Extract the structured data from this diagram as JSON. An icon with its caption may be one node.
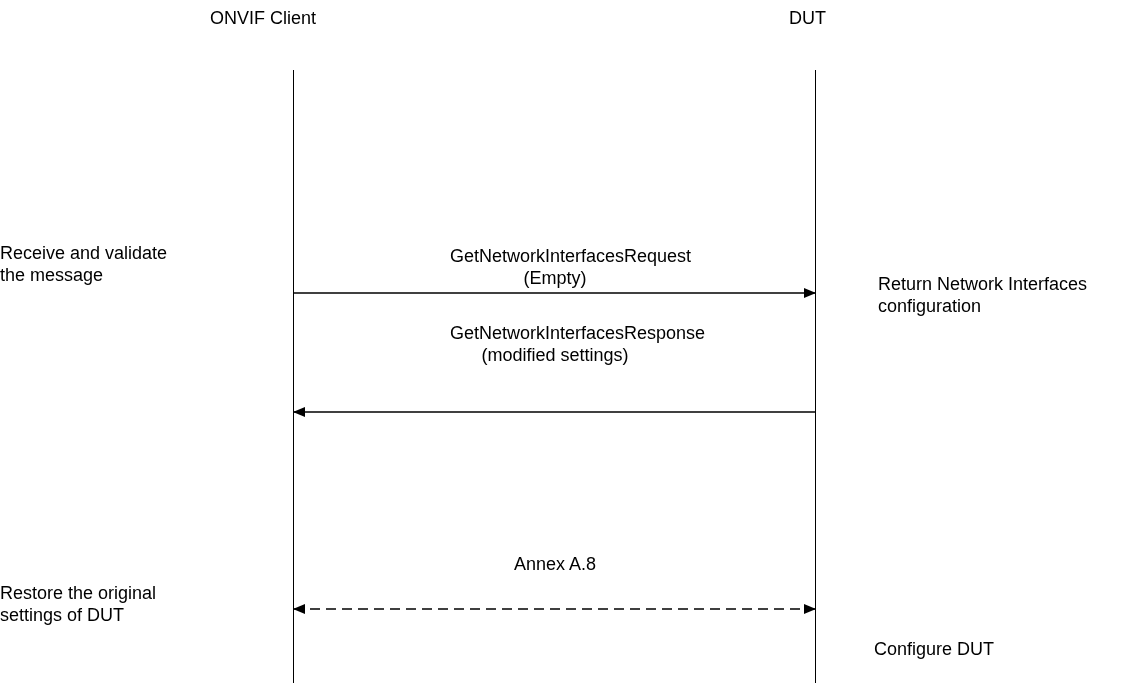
{
  "diagram": {
    "nodes": [
      {
        "text": [
          "ONVIF Client"
        ]
      },
      {
        "text": [
          "DUT"
        ]
      }
    ],
    "edges": [
      {
        "from": 0,
        "to": 1,
        "arrow": "to",
        "label": "GetNetworkInterfacesRequest (Empty)"
      },
      {
        "from": 1,
        "to": 0,
        "arrow": "to",
        "label": "GetNetworkInterfacesResponse (modified settings)"
      },
      {
        "from": 0,
        "to": 1,
        "arrow": "both",
        "style": "dashed",
        "label": "Annex A.8"
      }
    ],
    "labels": [
      "Receive and validate the message",
      "Return Network Interfaces configuration",
      "Restore the original settings of DUT",
      "Configure DUT"
    ]
  }
}
